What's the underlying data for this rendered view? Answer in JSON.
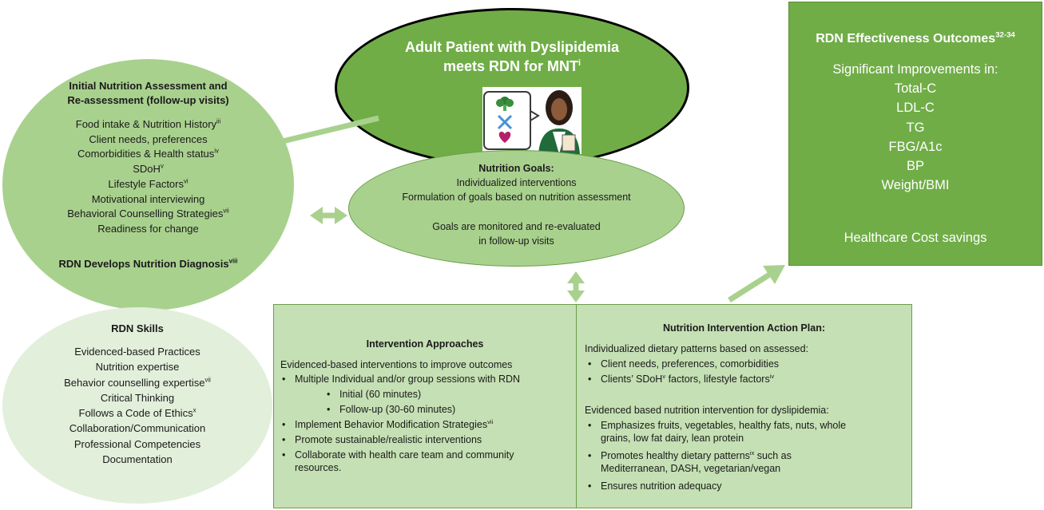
{
  "colors": {
    "dark_green": "#70ad47",
    "mid_green": "#a9d18e",
    "light_green": "#c5e0b4",
    "pale_green": "#e2efda",
    "arrow_green": "#a9d18e"
  },
  "patient": {
    "title_line1": "Adult Patient with Dyslipidemia",
    "title_line2": "meets RDN for MNT",
    "title_sup": "i",
    "illustration_icon": "dietitian-consultation-icon"
  },
  "assessment": {
    "heading_line1": "Initial Nutrition Assessment and",
    "heading_line2": "Re-assessment (follow-up visits)",
    "items": [
      {
        "text": "Food intake & Nutrition History",
        "sup": "iii"
      },
      {
        "text": "Client needs, preferences",
        "sup": ""
      },
      {
        "text": "Comorbidities & Health status",
        "sup": "iv"
      },
      {
        "text": "SDoH",
        "sup": "v"
      },
      {
        "text": "Lifestyle Factors",
        "sup": "vi"
      },
      {
        "text": "Motivational interviewing",
        "sup": ""
      },
      {
        "text": "Behavioral Counselling Strategies",
        "sup": "vii"
      },
      {
        "text": "Readiness for change",
        "sup": ""
      }
    ],
    "diagnosis": "RDN Develops Nutrition Diagnosis",
    "diagnosis_sup": "viii"
  },
  "goals": {
    "heading": "Nutrition Goals:",
    "line1": "Individualized interventions",
    "line2": "Formulation of goals based on nutrition assessment",
    "line3": "Goals are monitored and re-evaluated",
    "line4": "in follow-up visits"
  },
  "outcomes": {
    "heading": "RDN Effectiveness Outcomes",
    "heading_sup": "32-34",
    "subheading": "Significant Improvements in:",
    "items": [
      "Total-C",
      "LDL-C",
      "TG",
      "FBG/A1c",
      "BP",
      "Weight/BMI"
    ],
    "savings": "Healthcare Cost savings"
  },
  "skills": {
    "heading": "RDN Skills",
    "items": [
      {
        "text": "Evidenced-based Practices",
        "sup": ""
      },
      {
        "text": "Nutrition expertise",
        "sup": ""
      },
      {
        "text": "Behavior counselling expertise",
        "sup": "vii"
      },
      {
        "text": "Critical Thinking",
        "sup": ""
      },
      {
        "text": "Follows a Code of Ethics",
        "sup": "x"
      },
      {
        "text": "Collaboration/Communication",
        "sup": ""
      },
      {
        "text": "Professional Competencies",
        "sup": ""
      },
      {
        "text": "Documentation",
        "sup": ""
      }
    ]
  },
  "approaches": {
    "heading": "Intervention Approaches",
    "intro": "Evidenced-based interventions to improve outcomes",
    "b1": "Multiple Individual and/or group sessions with RDN",
    "b1a": "Initial (60 minutes)",
    "b1b": "Follow-up (30-60 minutes)",
    "b2": "Implement Behavior Modification Strategies",
    "b2_sup": "vii",
    "b3": "Promote sustainable/realistic interventions",
    "b4_line1": "Collaborate with health care team and community",
    "b4_line2": "resources."
  },
  "action_plan": {
    "heading": "Nutrition Intervention Action Plan:",
    "intro1": "Individualized dietary patterns based on assessed:",
    "c1": "Client needs, preferences, comorbidities",
    "c2_part1": "Clients’ SDoH",
    "c2_sup1": "v",
    "c2_part2": " factors, lifestyle factors",
    "c2_sup2": "iv",
    "intro2": "Evidenced based nutrition intervention for dyslipidemia:",
    "c3_line1": "Emphasizes fruits, vegetables, healthy fats, nuts, whole",
    "c3_line2": "grains, low fat dairy, lean protein",
    "c4_part1": "Promotes healthy dietary patterns",
    "c4_sup": "ix",
    "c4_part2": " such as",
    "c4_line2": "Mediterranean, DASH, vegetarian/vegan",
    "c5": "Ensures nutrition adequacy"
  }
}
